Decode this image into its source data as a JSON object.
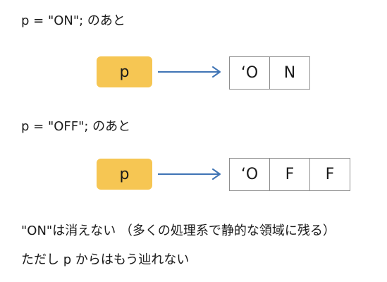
{
  "colors": {
    "pointer_fill": "#f6c653",
    "arrow": "#3f74b5",
    "cell_border": "#8e8e8e"
  },
  "state1": {
    "caption": "p = \"ON\";  のあと",
    "pointer_label": "p",
    "chars": [
      "‘O",
      "N"
    ]
  },
  "state2": {
    "caption": "p = \"OFF\";  のあと",
    "pointer_label": "p",
    "chars": [
      "‘O",
      "F",
      "F"
    ]
  },
  "notes": {
    "line1": "\"ON\"は消えない （多くの処理系で静的な領域に残る）",
    "line2": "ただし p からはもう辿れない"
  }
}
